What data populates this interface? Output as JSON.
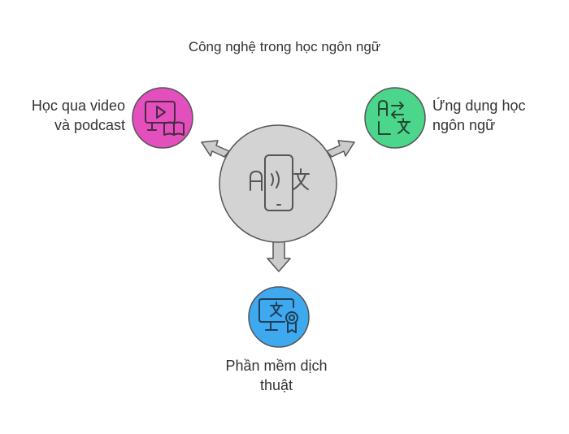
{
  "title": "Công nghệ trong học ngôn ngữ",
  "center": {
    "icon": "phone-translate-icon",
    "color": "#d3d3d3"
  },
  "nodes": [
    {
      "id": "video-podcast",
      "label_line1": "Học qua video",
      "label_line2": "và podcast",
      "icon": "video-book-icon",
      "color": "#e34fbd"
    },
    {
      "id": "language-apps",
      "label_line1": "Ứng dụng học",
      "label_line2": "ngôn ngữ",
      "icon": "translate-arrows-icon",
      "color": "#4cd68b"
    },
    {
      "id": "translation-software",
      "label_line1": "Phần mềm dịch",
      "label_line2": "thuật",
      "icon": "monitor-certificate-icon",
      "color": "#3fa9f0"
    }
  ]
}
